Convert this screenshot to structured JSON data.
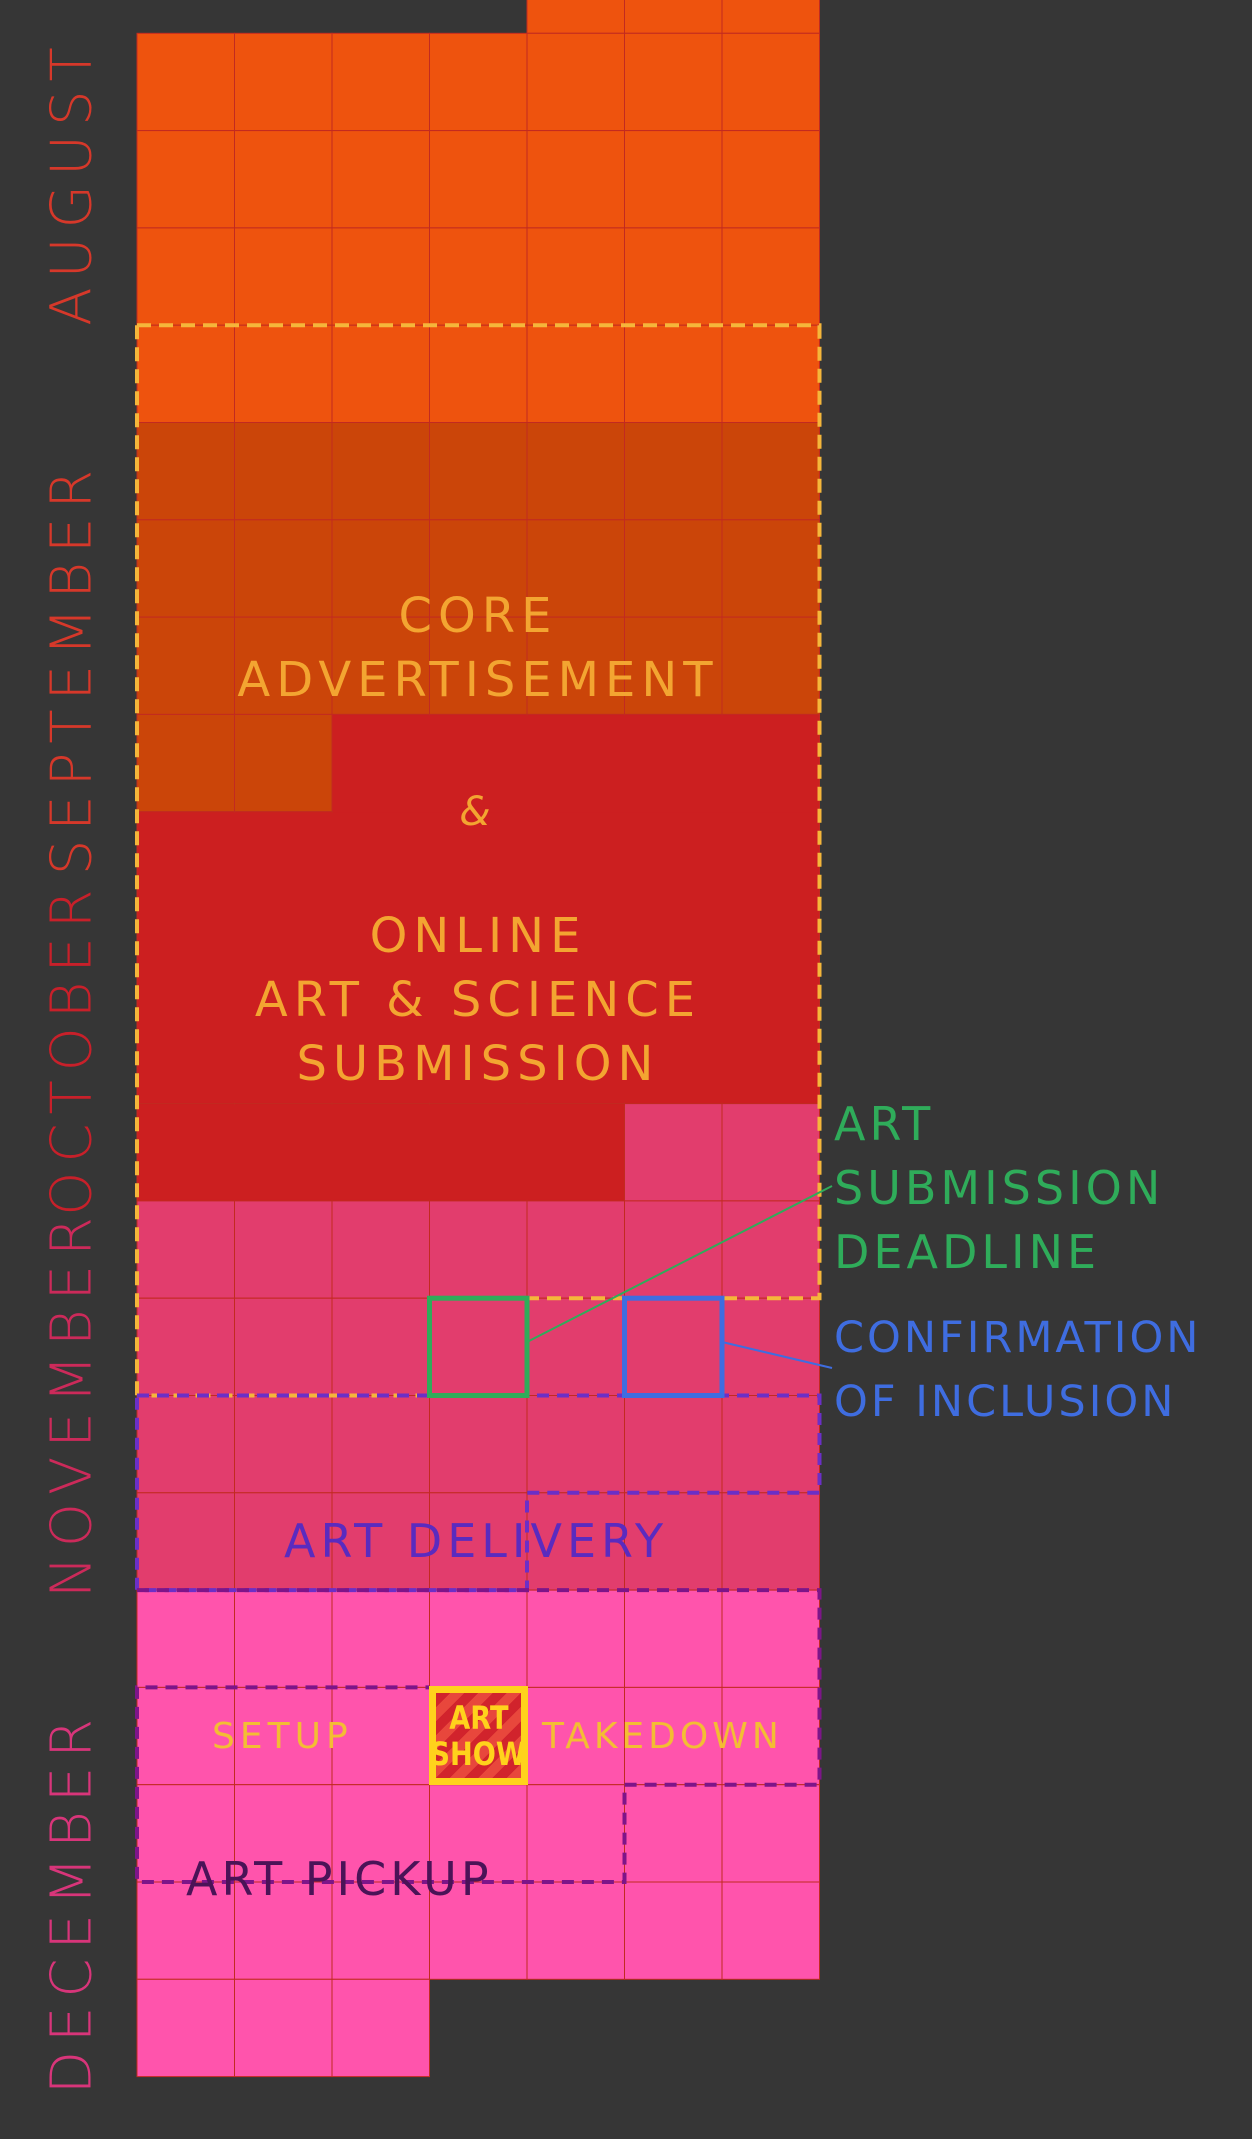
{
  "months": [
    {
      "key": "august",
      "label": "AUGUST",
      "color": "#d6382a"
    },
    {
      "key": "september",
      "label": "SEPTEMBER",
      "color": "#d6382a"
    },
    {
      "key": "october",
      "label": "OCTOBER",
      "color": "#c8202a"
    },
    {
      "key": "november",
      "label": "NOVEMBER",
      "color": "#cc2a5a"
    },
    {
      "key": "december",
      "label": "DECEMBER",
      "color": "#d8357a"
    }
  ],
  "colors": {
    "background": "#363636",
    "august": "#ee530e",
    "september": "#cb4509",
    "october": "#cc1f20",
    "november": "#e23d6d",
    "december": "#ff54ac",
    "grid": "#c22a20",
    "core_advertisement_outline": "#f5b63a",
    "art_delivery_outline": "#6b2fc7",
    "art_pickup_outline": "#7d1589",
    "submission_deadline": "#2fac5a",
    "confirmation_of_inclusion": "#3f6de0",
    "art_show_badge": "#ffd21c"
  },
  "phases": {
    "core_advertisement": {
      "lines": [
        "CORE",
        "ADVERTISEMENT"
      ]
    },
    "ampersand": "&",
    "online_submission": {
      "lines": [
        "ONLINE",
        "ART & SCIENCE",
        "SUBMISSION"
      ]
    },
    "art_delivery": "ART DELIVERY",
    "setup": "SETUP",
    "takedown": "TAKEDOWN",
    "art_pickup": "ART PICKUP",
    "art_show": {
      "lines": [
        "ART",
        "SHOW"
      ]
    }
  },
  "callouts": {
    "submission_deadline": {
      "lines": [
        "ART",
        "SUBMISSION",
        "DEADLINE"
      ]
    },
    "confirmation_of_inclusion": {
      "lines": [
        "CONFIRMATION",
        "OF INCLUSION"
      ]
    }
  }
}
